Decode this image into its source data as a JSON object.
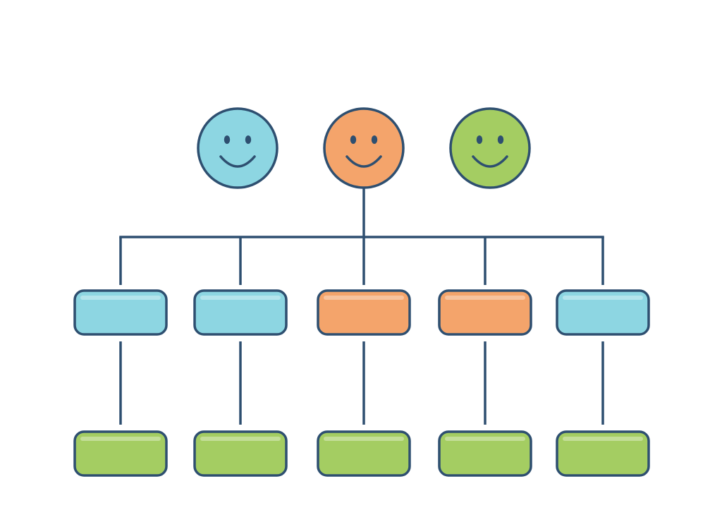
{
  "diagram": {
    "colors": {
      "outline": "#2e4f70",
      "blue": "#8dd6e2",
      "orange": "#f4a46b",
      "green": "#a4cd62",
      "background": "#ffffff"
    },
    "faces": [
      {
        "id": "face-blue",
        "color": "blue",
        "icon": "smiley-face-icon"
      },
      {
        "id": "face-orange",
        "color": "orange",
        "icon": "smiley-face-icon"
      },
      {
        "id": "face-green",
        "color": "green",
        "icon": "smiley-face-icon"
      }
    ],
    "connector_from": "face-orange",
    "columns": [
      {
        "top_color": "blue",
        "bottom_color": "green"
      },
      {
        "top_color": "blue",
        "bottom_color": "green"
      },
      {
        "top_color": "orange",
        "bottom_color": "green"
      },
      {
        "top_color": "orange",
        "bottom_color": "green"
      },
      {
        "top_color": "blue",
        "bottom_color": "green"
      }
    ]
  }
}
